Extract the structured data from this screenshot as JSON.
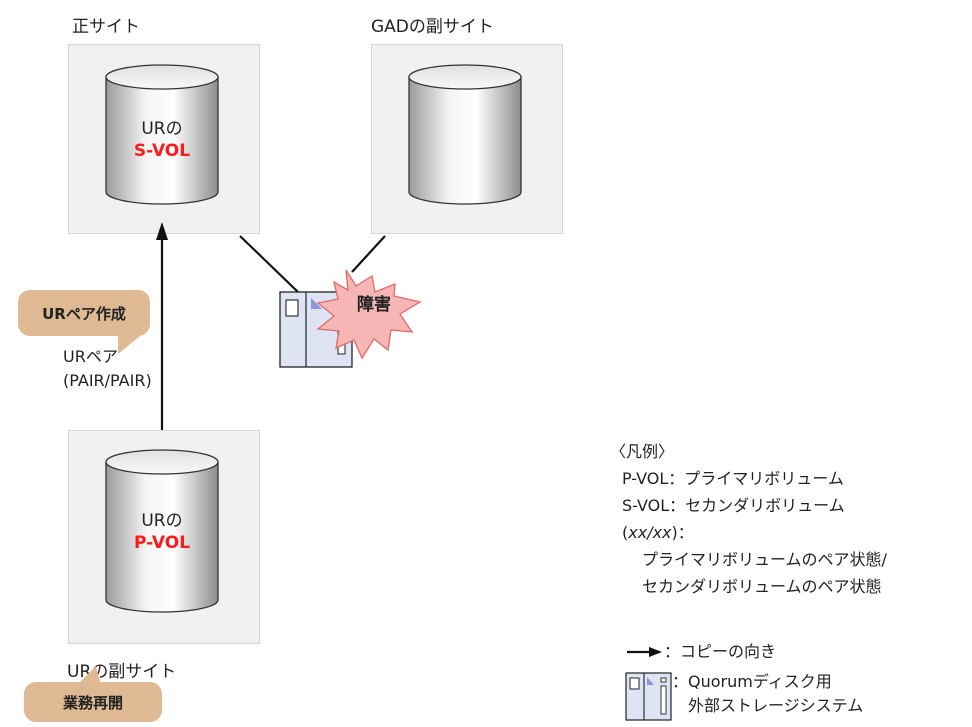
{
  "sites": {
    "primary_label": "正サイト",
    "gad_secondary_label": "GADの副サイト",
    "ur_secondary_label": "URの副サイト"
  },
  "volumes": {
    "svol": {
      "line1": "URの",
      "line2": "S-VOL"
    },
    "pvol": {
      "line1": "URの",
      "line2": "P-VOL"
    }
  },
  "callouts": {
    "ur_pair_create": "URペア作成",
    "resume_business": "業務再開"
  },
  "pair": {
    "line1": "URペア",
    "line2": "(PAIR/PAIR)"
  },
  "failure_label": "障害",
  "legend": {
    "title": "〈凡例〉",
    "pvol": "P-VOL：プライマリボリューム",
    "svol": "S-VOL：セカンダリボリューム",
    "status_key_open": "(",
    "status_key_italic": "xx/xx",
    "status_key_close": ")：",
    "status_desc_1": "プライマリボリュームのペア状態/",
    "status_desc_2": "セカンダリボリュームのペア状態",
    "copy_direction": "：コピーの向き",
    "quorum_1": "：Quorumディスク用",
    "quorum_2": "外部ストレージシステム"
  },
  "colors": {
    "site_box": "#f1f1f1",
    "callout": "#dfb993",
    "volume_text": "#ff1a1a",
    "failure_burst": "#f7b6b6",
    "quorum_device": "#dfe4f4"
  }
}
